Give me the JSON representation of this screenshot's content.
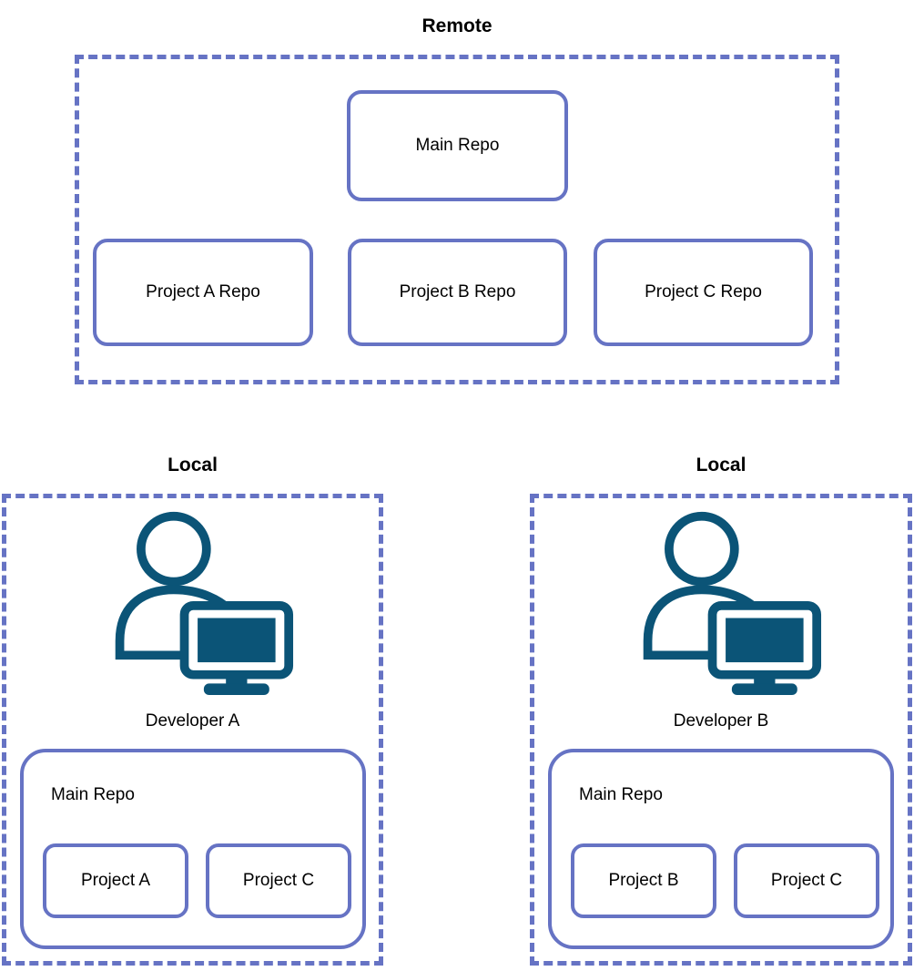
{
  "colors": {
    "shape_border": "#6673C4",
    "icon_teal": "#0B5477",
    "text": "#000000",
    "background": "#FFFFFF"
  },
  "remote_group": {
    "title": "Remote",
    "main_repo_label": "Main Repo",
    "project_repos": [
      "Project A Repo",
      "Project B Repo",
      "Project C Repo"
    ]
  },
  "local_group_a": {
    "title": "Local",
    "developer_icon": "person-with-computer-icon",
    "developer_label": "Developer A",
    "main_repo_label": "Main Repo",
    "projects": [
      "Project A",
      "Project C"
    ]
  },
  "local_group_b": {
    "title": "Local",
    "developer_icon": "person-with-computer-icon",
    "developer_label": "Developer B",
    "main_repo_label": "Main Repo",
    "projects": [
      "Project B",
      "Project C"
    ]
  }
}
